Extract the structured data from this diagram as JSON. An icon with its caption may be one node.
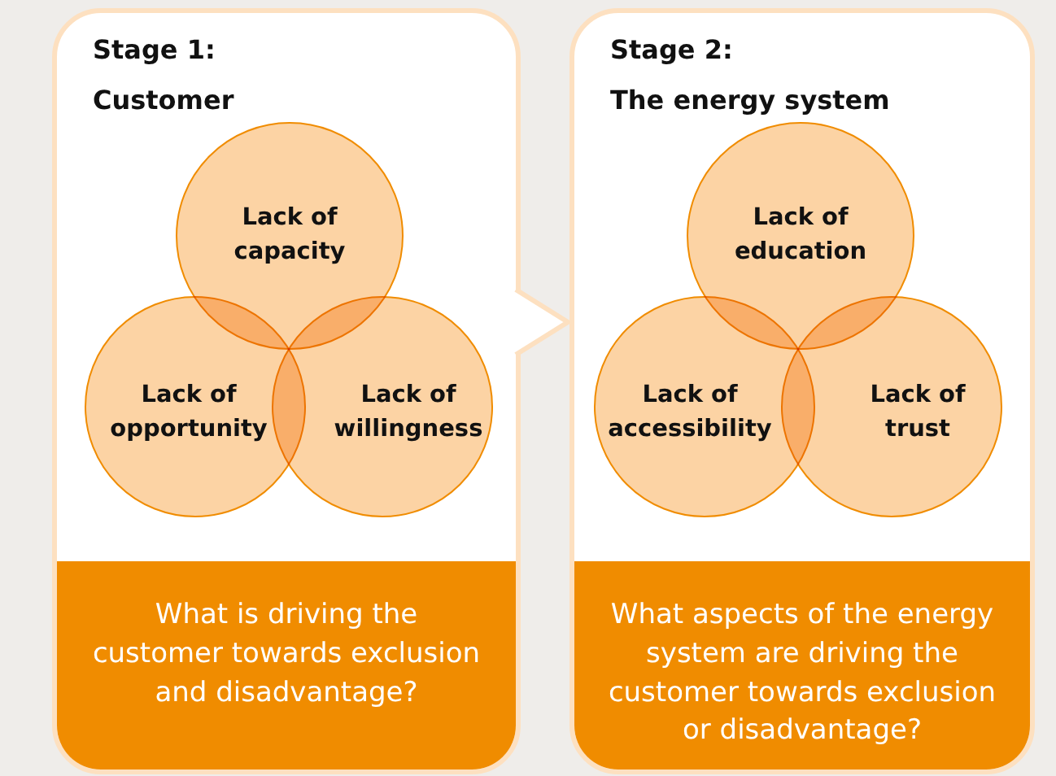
{
  "diagram": {
    "nodes": [
      {
        "text": [
          "Stage 1:",
          "Customer"
        ]
      },
      {
        "text": [
          "Lack of capacity"
        ],
        "in": 0
      },
      {
        "text": [
          "Lack of opportunity"
        ],
        "in": 0
      },
      {
        "text": [
          "Lack of willingness"
        ],
        "in": 0
      },
      {
        "text": [
          "What is driving the customer towards exclusion and disadvantage?"
        ],
        "in": 0
      },
      {
        "text": [
          "Stage 2:",
          "The energy system"
        ]
      },
      {
        "text": [
          "Lack of education"
        ],
        "in": 5
      },
      {
        "text": [
          "Lack of accessibility"
        ],
        "in": 5
      },
      {
        "text": [
          "Lack of trust"
        ],
        "in": 5
      },
      {
        "text": [
          "What aspects of the energy system are driving the customer towards exclusion or disadvantage?"
        ],
        "in": 5
      }
    ],
    "edges": [
      {
        "from": 0,
        "to": 5,
        "arrow": "to"
      }
    ]
  }
}
